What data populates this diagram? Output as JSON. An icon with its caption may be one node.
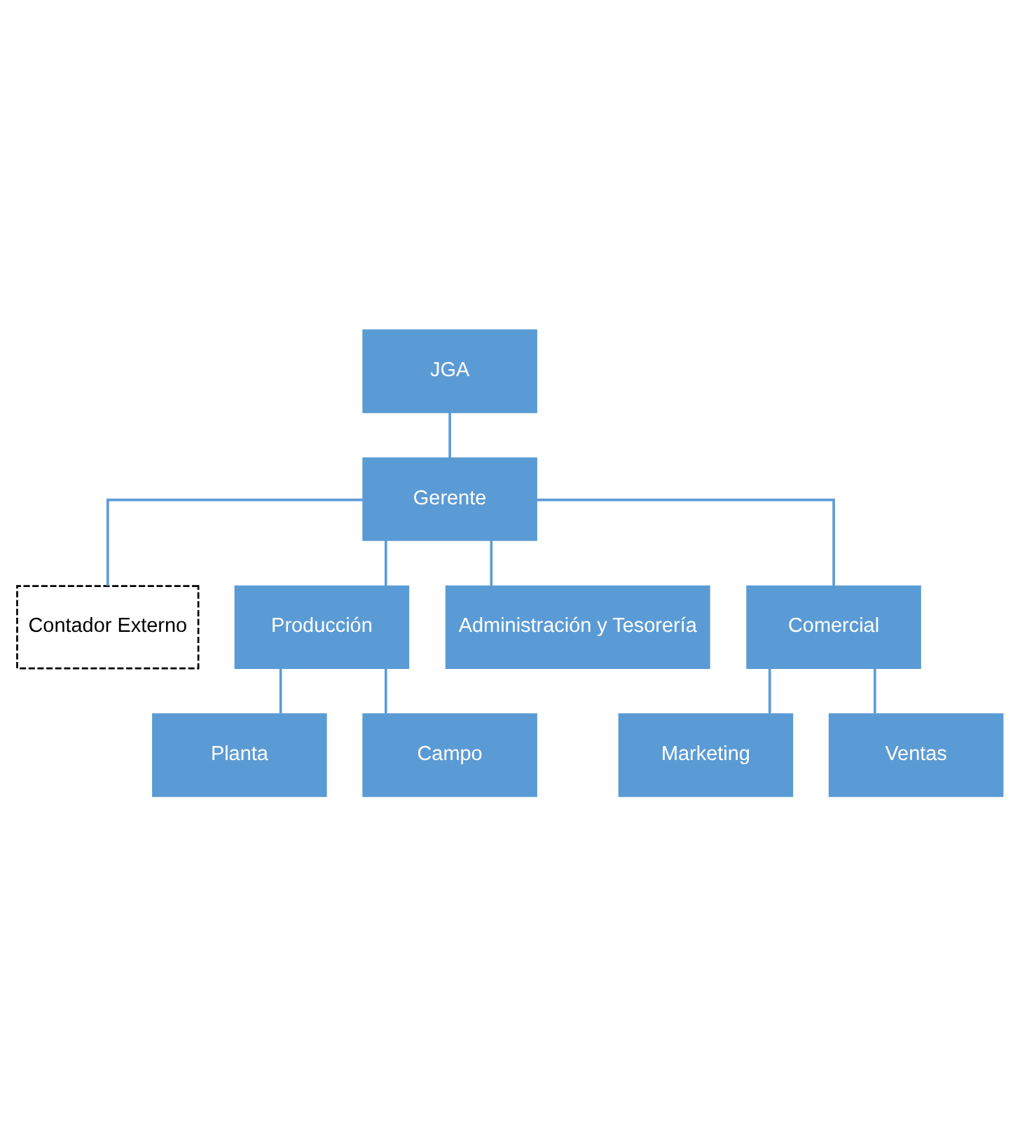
{
  "diagram": {
    "nodes": [
      {
        "text": [
          "JGA"
        ]
      },
      {
        "text": [
          "Gerente"
        ]
      },
      {
        "text": [
          "Contador Externo"
        ]
      },
      {
        "text": [
          "Producción"
        ]
      },
      {
        "text": [
          "Administración y Tesorería"
        ]
      },
      {
        "text": [
          "Comercial"
        ]
      },
      {
        "text": [
          "Planta"
        ]
      },
      {
        "text": [
          "Campo"
        ]
      },
      {
        "text": [
          "Marketing"
        ]
      },
      {
        "text": [
          "Ventas"
        ]
      }
    ],
    "edges": [
      {
        "from": 0,
        "to": 1,
        "arrow": "none"
      },
      {
        "from": 1,
        "to": 2,
        "arrow": "none"
      },
      {
        "from": 1,
        "to": 3,
        "arrow": "none"
      },
      {
        "from": 1,
        "to": 4,
        "arrow": "none"
      },
      {
        "from": 1,
        "to": 5,
        "arrow": "none"
      },
      {
        "from": 3,
        "to": 6,
        "arrow": "none"
      },
      {
        "from": 3,
        "to": 7,
        "arrow": "none"
      },
      {
        "from": 5,
        "to": 8,
        "arrow": "none"
      },
      {
        "from": 5,
        "to": 9,
        "arrow": "none"
      }
    ]
  }
}
